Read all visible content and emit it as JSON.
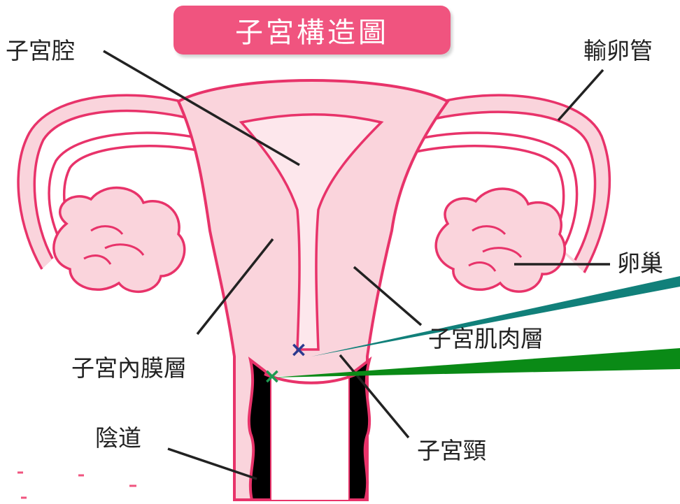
{
  "title": "子宮構造圖",
  "labels": {
    "uterine_cavity": "子宮腔",
    "fallopian_tube": "輸卵管",
    "ovary": "卵巢",
    "myometrium": "子宮肌肉層",
    "endometrium": "子宮內膜層",
    "vagina": "陰道",
    "cervix": "子宮頸"
  },
  "markers": {
    "marker_1": "×",
    "marker_2": "×"
  },
  "colors": {
    "title_bg": "#f0547f",
    "outline": "#e8336a",
    "organ_fill": "#fad4dc",
    "leader_line": "#222222",
    "marker_1": "#2b3a8f",
    "marker_2": "#1e9a52",
    "teal_ray": "#11807a",
    "green_ray": "#0a8a16"
  }
}
